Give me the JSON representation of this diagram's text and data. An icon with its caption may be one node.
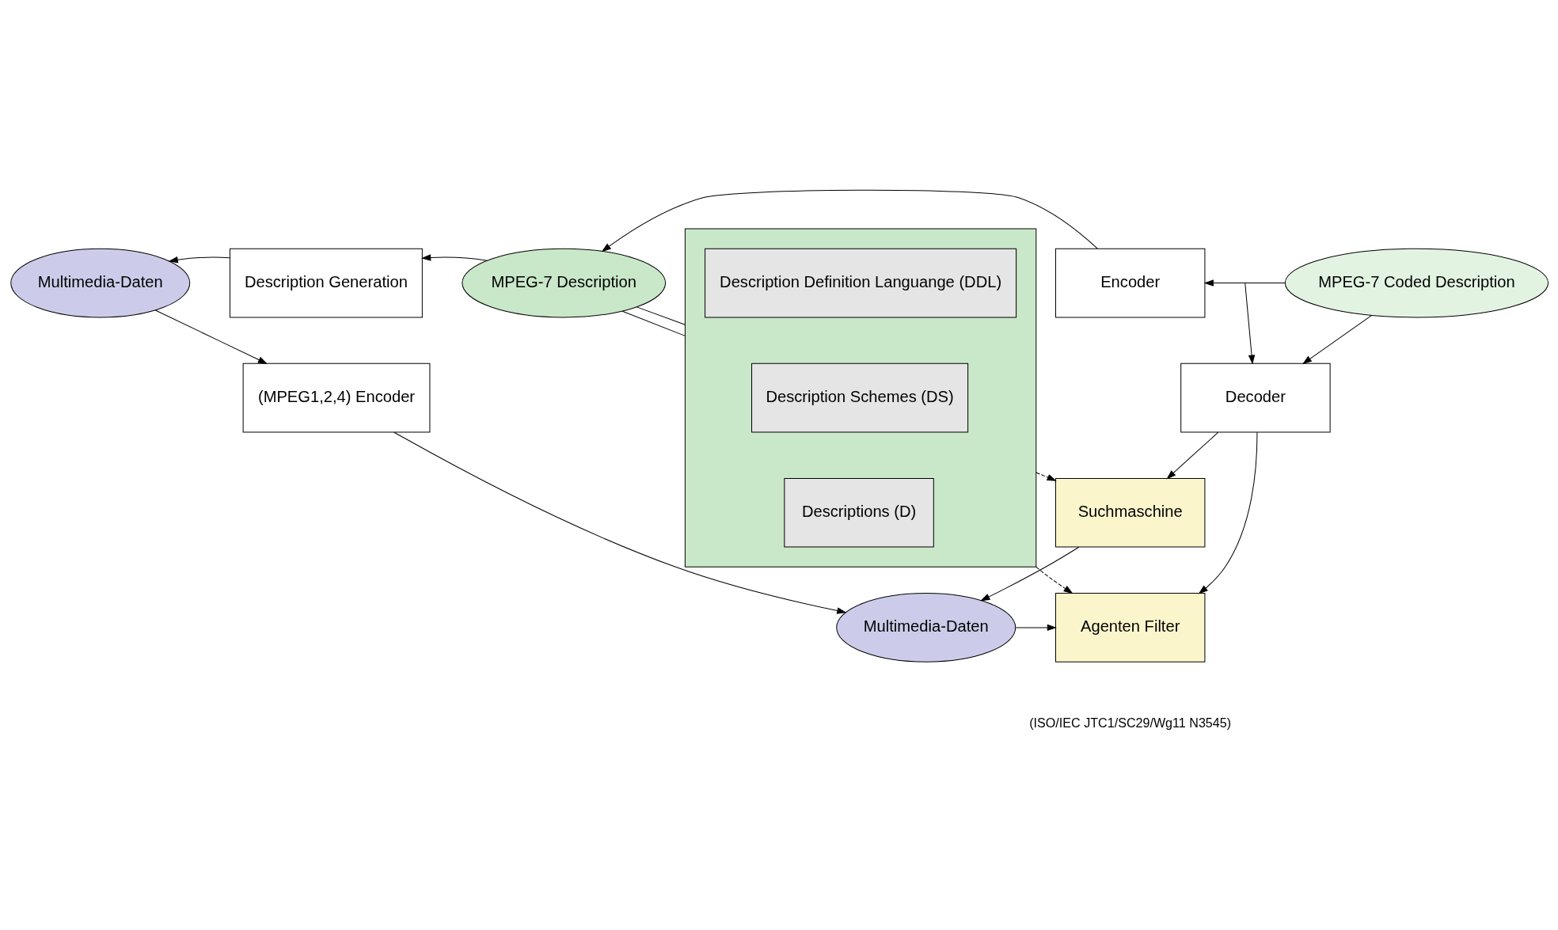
{
  "diagram": {
    "nodes": [
      {
        "text": [
          "Multimedia-Daten"
        ]
      },
      {
        "text": [
          "Description Generation"
        ]
      },
      {
        "text": [
          "MPEG-7 Description"
        ]
      },
      {
        "text": [
          "Encoder"
        ]
      },
      {
        "text": [
          "MPEG-7 Coded Description"
        ]
      },
      {
        "text": [
          "(MPEG1,2,4) Encoder"
        ]
      },
      {
        "text": [],
        "shape": "box"
      },
      {
        "text": [
          "Description Definition Languange (DDL)"
        ],
        "in": 6
      },
      {
        "text": [
          "Description Schemes (DS)"
        ],
        "in": 6
      },
      {
        "text": [
          "Descriptions (D)"
        ],
        "in": 6
      },
      {
        "text": [
          "Decoder"
        ]
      },
      {
        "text": [
          "Suchmaschine"
        ]
      },
      {
        "text": [
          "Multimedia-Daten"
        ]
      },
      {
        "text": [
          "Agenten Filter"
        ]
      }
    ],
    "edges": [
      {
        "from": 1,
        "to": 0,
        "arrow": "to"
      },
      {
        "from": 2,
        "to": 1,
        "arrow": "to"
      },
      {
        "from": 3,
        "to": 2,
        "arrow": "to"
      },
      {
        "from": 4,
        "to": 3,
        "arrow": "to"
      },
      {
        "from": 0,
        "to": 5,
        "arrow": "to"
      },
      {
        "from": 2,
        "to": 6,
        "arrow": "none"
      },
      {
        "from": 2,
        "to": 6,
        "arrow": "none"
      },
      {
        "from": 4,
        "to": 10,
        "arrow": "to"
      },
      {
        "from": 5,
        "to": 12,
        "arrow": "to"
      },
      {
        "from": null,
        "to": 10,
        "arrow": "to"
      },
      {
        "from": 10,
        "to": 11,
        "arrow": "to"
      },
      {
        "from": 10,
        "to": 13,
        "arrow": "to"
      },
      {
        "from": 6,
        "to": 11,
        "arrow": "to",
        "style": "dashed"
      },
      {
        "from": 6,
        "to": 13,
        "arrow": "to",
        "style": "dashed"
      },
      {
        "from": 11,
        "to": 12,
        "arrow": "to"
      },
      {
        "from": 12,
        "to": 13,
        "arrow": "to"
      }
    ],
    "labels": [
      "(ISO/IEC JTC1/SC29/Wg11 N3545)"
    ]
  }
}
